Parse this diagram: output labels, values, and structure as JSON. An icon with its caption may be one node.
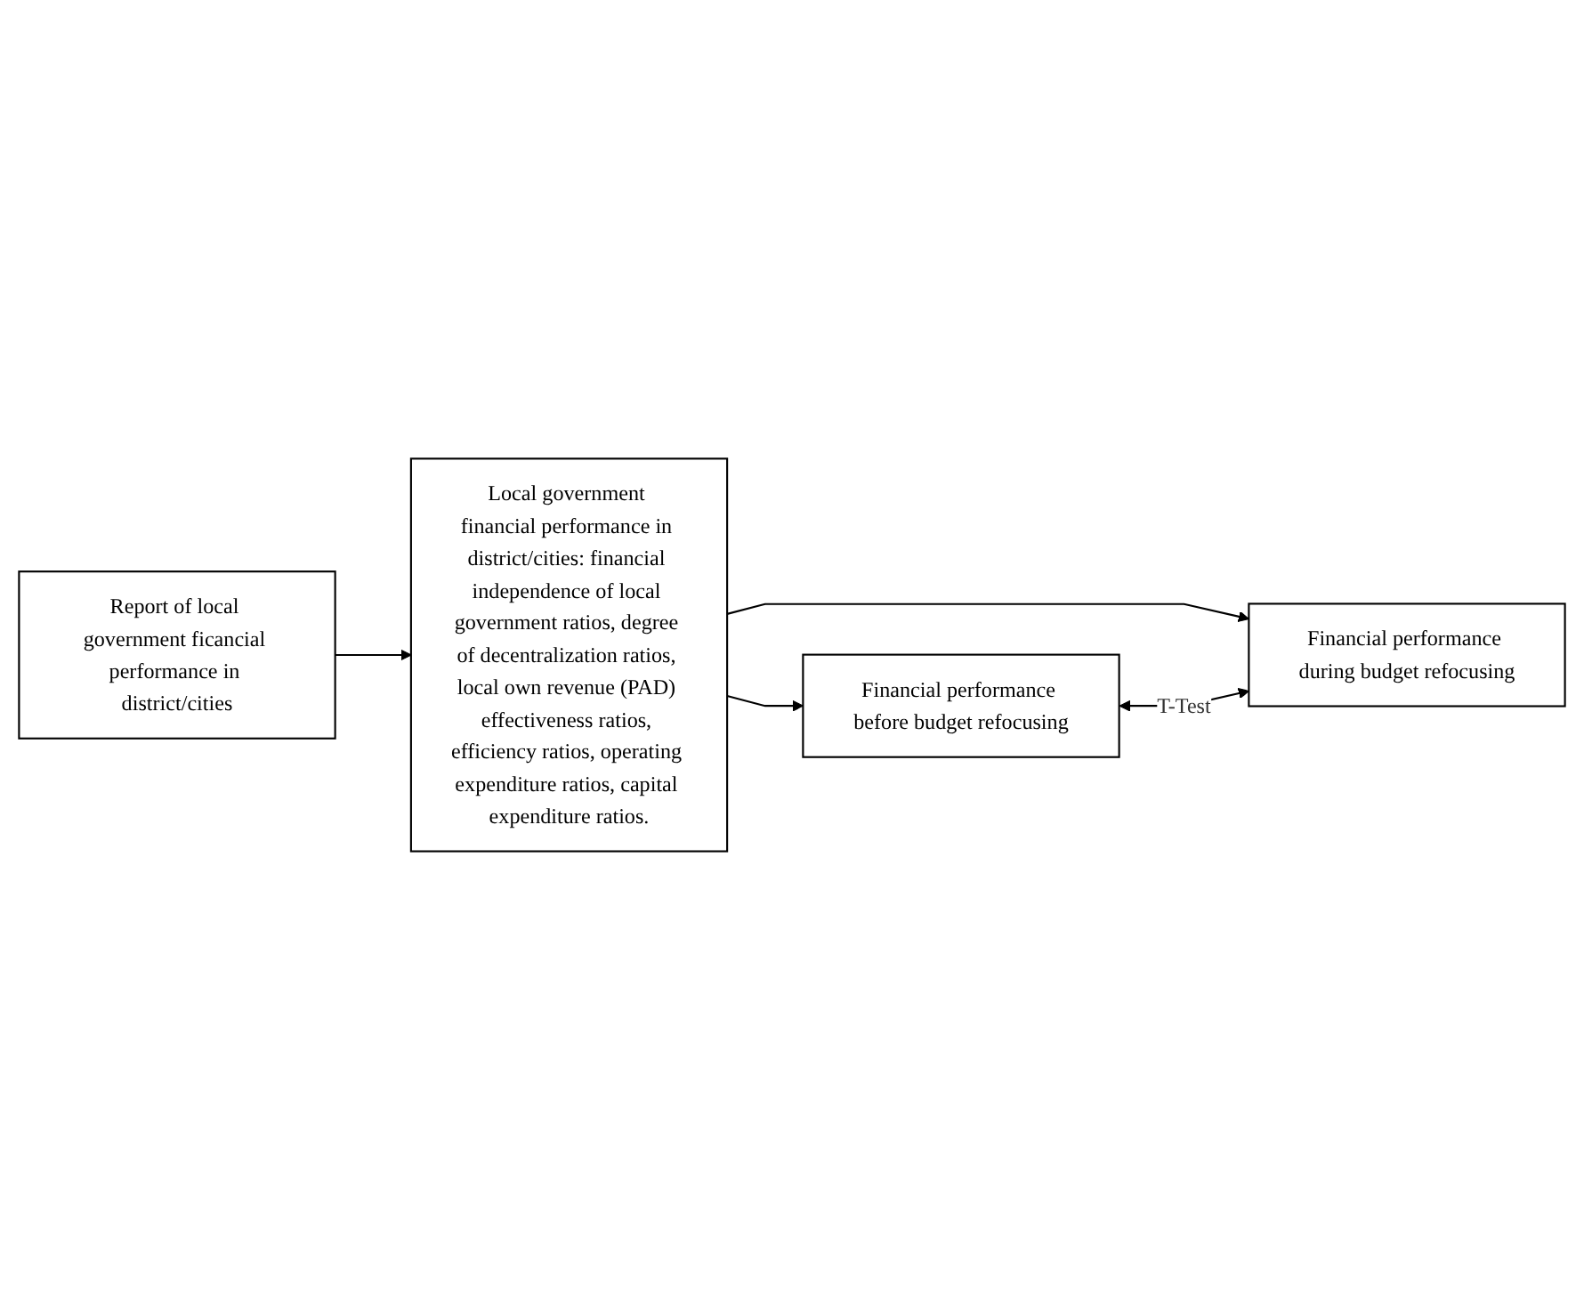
{
  "diagram": {
    "nodes": [
      {
        "text": [
          "Report of local government ficancial performance in district/cities"
        ]
      },
      {
        "text": [
          "Local government financial performance in district/cities: financial independence of local government ratios, degree of decentralization ratios, local own revenue (PAD) effectiveness ratios, efficiency ratios, operating expenditure ratios, capital expenditure ratios."
        ]
      },
      {
        "text": [
          "Financial performance before budget refocusing"
        ]
      },
      {
        "text": [
          "Financial performance during budget refocusing"
        ]
      }
    ],
    "edges": [
      {
        "from": 0,
        "to": 1,
        "arrow": "to"
      },
      {
        "from": 1,
        "to": 2,
        "arrow": "to"
      },
      {
        "from": 1,
        "to": 3,
        "arrow": "to"
      },
      {
        "from": 2,
        "to": 3,
        "arrow": "both",
        "label": "T-Test"
      }
    ]
  }
}
